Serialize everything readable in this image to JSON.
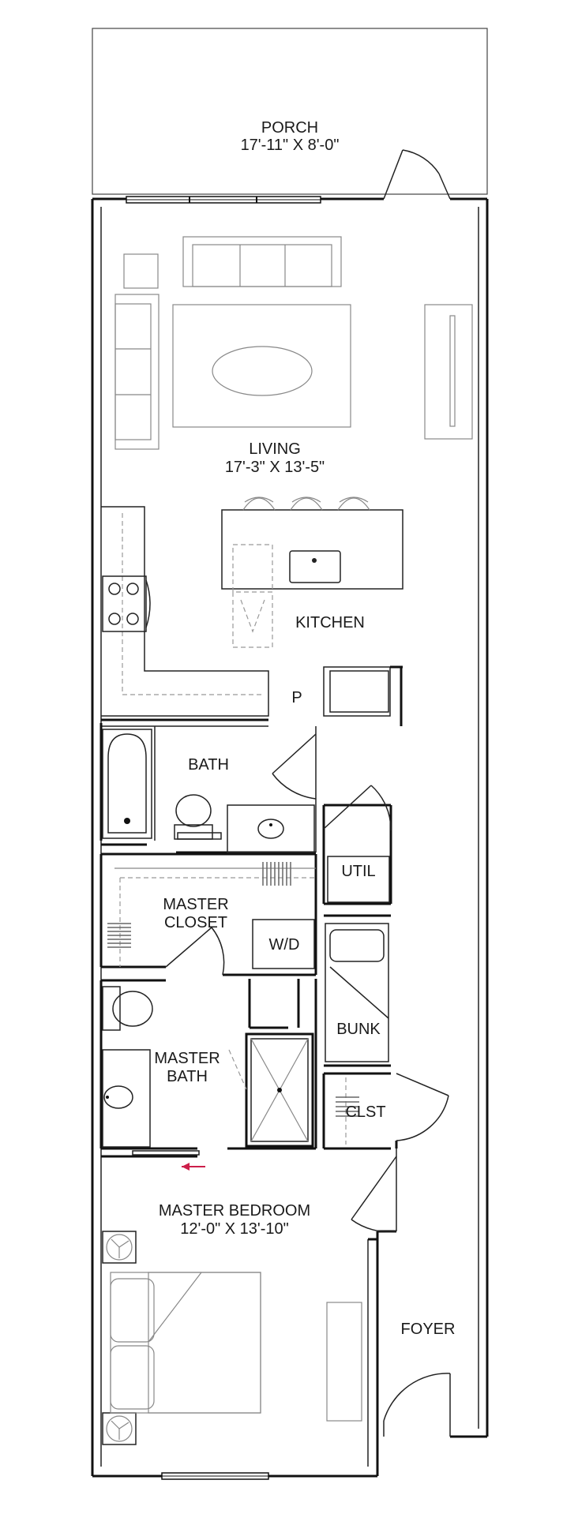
{
  "rooms": {
    "porch": {
      "name": "PORCH",
      "dims": "17'-11\" X 8'-0\""
    },
    "living": {
      "name": "LIVING",
      "dims": "17'-3\" X 13'-5\""
    },
    "kitchen": {
      "name": "KITCHEN"
    },
    "pantry": {
      "name": "P"
    },
    "bath": {
      "name": "BATH"
    },
    "util": {
      "name": "UTIL"
    },
    "master_closet": {
      "line1": "MASTER",
      "line2": "CLOSET"
    },
    "washer_dryer": {
      "name": "W/D"
    },
    "bunk": {
      "name": "BUNK"
    },
    "master_bath": {
      "line1": "MASTER",
      "line2": "BATH"
    },
    "clst": {
      "name": "CLST"
    },
    "master_bedroom": {
      "name": "MASTER BEDROOM",
      "dims": "12'-0\" X 13'-10\""
    },
    "foyer": {
      "name": "FOYER"
    }
  }
}
